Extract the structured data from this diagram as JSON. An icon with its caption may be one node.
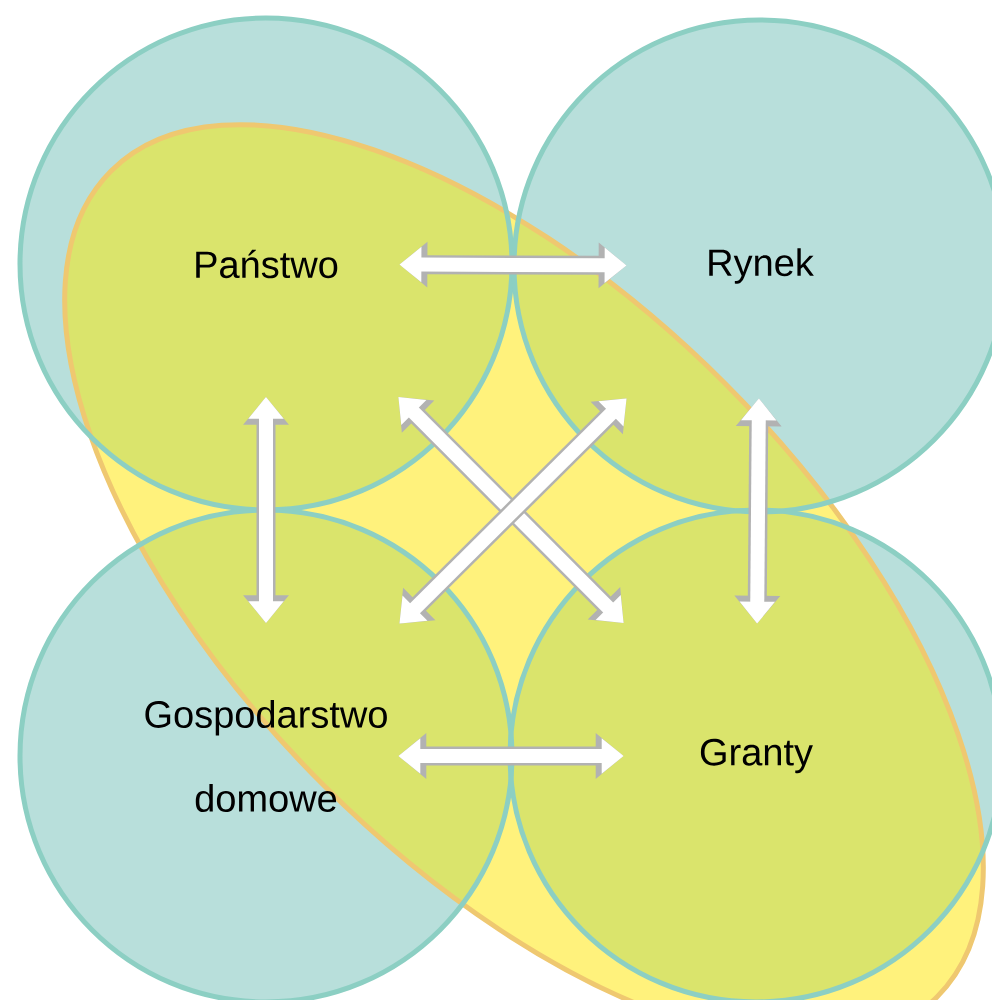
{
  "diagram": {
    "nodes": [
      {
        "text": [
          "Państwo"
        ]
      },
      {
        "text": [
          "Rynek"
        ]
      },
      {
        "text": [
          "Gospodarstwo domowe"
        ]
      },
      {
        "text": [
          "Granty"
        ]
      }
    ],
    "edges": [
      {
        "from": 0,
        "to": 1,
        "arrow": "both"
      },
      {
        "from": 0,
        "to": 2,
        "arrow": "both"
      },
      {
        "from": 1,
        "to": 3,
        "arrow": "both"
      },
      {
        "from": 2,
        "to": 3,
        "arrow": "both"
      },
      {
        "from": 0,
        "to": 3,
        "arrow": "both"
      },
      {
        "from": 1,
        "to": 2,
        "arrow": "both"
      }
    ]
  }
}
